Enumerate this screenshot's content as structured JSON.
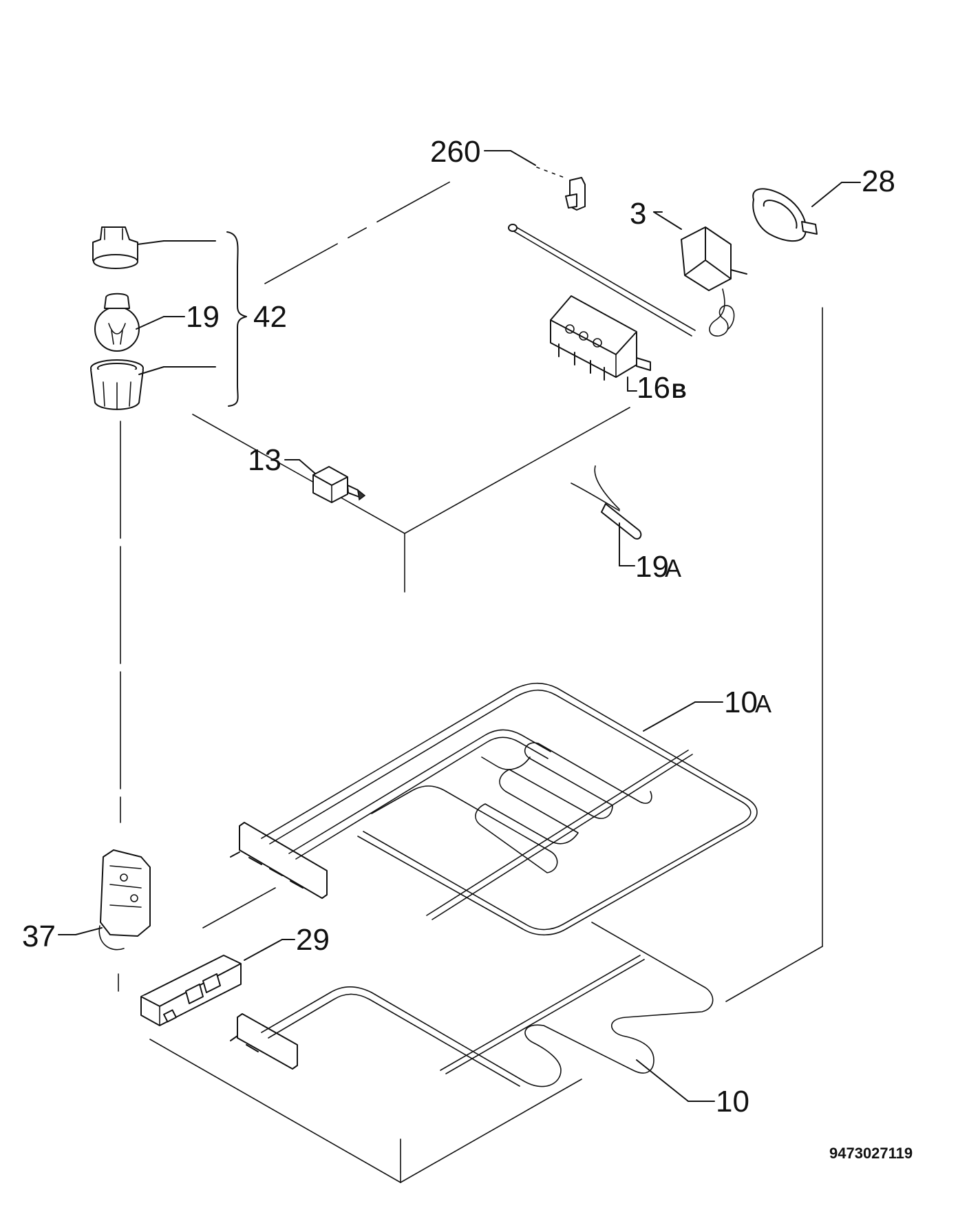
{
  "drawing_number": "9473027119",
  "labels": {
    "l260": "260",
    "l28": "28",
    "l3": "3",
    "l19": "19",
    "l42": "42",
    "l16b": "16",
    "l16b_suffix": "B",
    "l13": "13",
    "l19a": "19",
    "l19a_suffix": "A",
    "l10a": "10",
    "l10a_suffix": "A",
    "l37": "37",
    "l29": "29",
    "l10": "10"
  }
}
